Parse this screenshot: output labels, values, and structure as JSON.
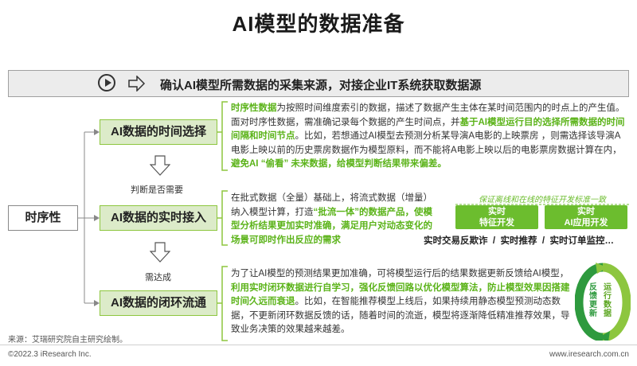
{
  "title": "AI模型的数据准备",
  "banner": "确认AI模型所需数据的采集来源，对接企业IT系统获取数据源",
  "root_label": "时序性",
  "nodes": [
    {
      "label": "AI数据的时间选择"
    },
    {
      "label": "AI数据的实时接入"
    },
    {
      "label": "AI数据的闭环流通"
    }
  ],
  "between": [
    "判断是否需要",
    "需达成"
  ],
  "para1": [
    {
      "t": "时序性数据",
      "h": true
    },
    {
      "t": "为按照时间维度索引的数据，描述了数据产生主体在某时间范围内的时点上的产生值。面对时序性数据，需准确记录每个数据的产生时间点，并",
      "h": false
    },
    {
      "t": "基于AI模型运行目的选择所需数据的时间间隔和时间节点",
      "h": true
    },
    {
      "t": "。比如，若想通过AI模型去预测分析某导演A电影的上映票房 ，则需选择该导演A电影上映以前的历史票房数据作为模型原料，而不能将A电影上映以后的电影票房数据计算在内，",
      "h": false
    },
    {
      "t": "避免AI “偷看” 未来数据，给模型判断结果带来偏差。",
      "h": true
    }
  ],
  "para2": [
    {
      "t": "在批式数据（全量）基础上，将流式数据（增量）纳入模型计算，打造",
      "h": false
    },
    {
      "t": "“批流一体”的数据产品，使模型分析结果更加实时准确，满足用户对动态变化的场景可即时作出反应的需求",
      "h": true
    }
  ],
  "para3": [
    {
      "t": "为了让AI模型的预测结果更加准确，可将模型运行后的结果数据更新反馈给AI模型，",
      "h": false
    },
    {
      "t": "利用实时闭环数据进行自学习，强化反馈回路以优化模型算法，防止模型效果因搭建时间久远而衰退",
      "h": true
    },
    {
      "t": "。比如，在智能推荐模型上线后，如果持续用静态模型预测动态数据，不更新闭环数据反馈的话，随着时间的流逝，模型将逐渐降低精准推荐效果，导致业务决策的效果越来越差。",
      "h": false
    }
  ],
  "realtime": {
    "caption": "保证离线和在线的特征开发标准一致",
    "btn1": [
      "实时",
      "特征开发"
    ],
    "btn2": [
      "实时",
      "AI应用开发"
    ],
    "uses": "实时交易反欺诈  /  实时推荐  /  实时订单监控…"
  },
  "cycle": {
    "left": "反馈更新",
    "right": "运行数据"
  },
  "source": "来源：艾瑞研究院自主研究绘制。",
  "footer_left": "©2022.3 iResearch Inc.",
  "footer_right": "www.iresearch.com.cn",
  "colors": {
    "accent": "#6cbd2e",
    "node_fill": "#dcebc9",
    "text_highlight": "#5bb319"
  }
}
